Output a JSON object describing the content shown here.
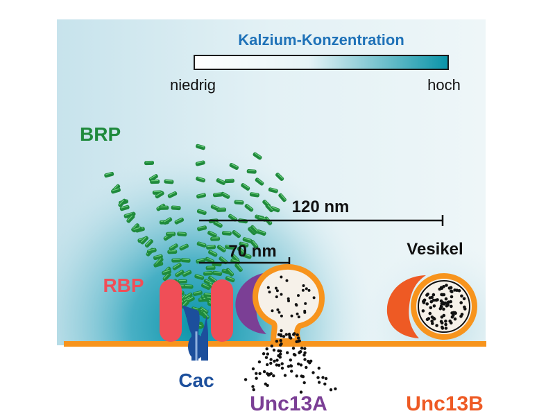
{
  "legend": {
    "title": "Kalzium-Konzentration",
    "low": "niedrig",
    "high": "hoch",
    "gradient_start": "#ffffff",
    "gradient_end": "#0a94a8"
  },
  "labels": {
    "brp": "BRP",
    "rbp": "RBP",
    "cac": "Cac",
    "unc13a": "Unc13A",
    "unc13b": "Unc13B",
    "vesicle": "Vesikel",
    "distance_far": "120 nm",
    "distance_near": "70 nm"
  },
  "colors": {
    "title_blue": "#1f72b8",
    "brp_green": "#1f8a3c",
    "rbp_red": "#f04e57",
    "cac_blue": "#1c4f9c",
    "unc13a_purple": "#7b3f95",
    "unc13b_orange": "#ee5a24",
    "membrane_orange": "#f7941d",
    "calcium_teal": "#2aa9c2"
  }
}
